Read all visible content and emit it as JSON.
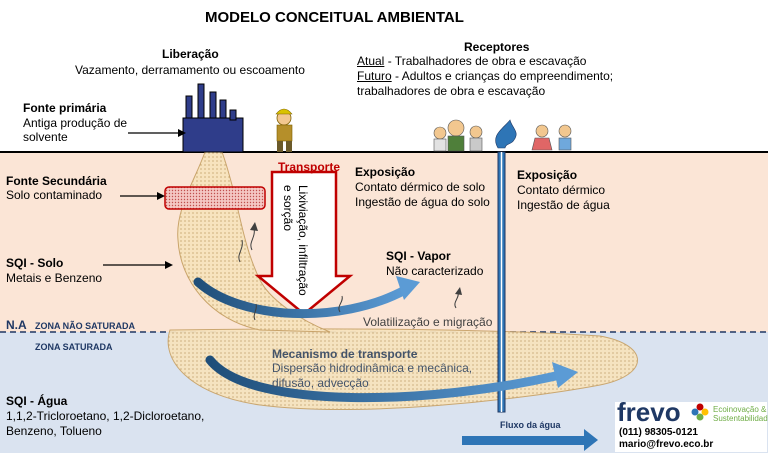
{
  "title": "MODELO CONCEITUAL AMBIENTAL",
  "release": {
    "heading": "Liberação",
    "text": "Vazamento, derramamento ou escoamento"
  },
  "receptors": {
    "heading": "Receptores",
    "current_label": "Atual",
    "current_text": " - Trabalhadores de obra e escavação",
    "future_label": "Futuro",
    "future_text": " - Adultos e crianças do empreendimento;",
    "future_text_2": "trabalhadores de obra e escavação"
  },
  "primary_source": {
    "heading": "Fonte primária",
    "line1": "Antiga produção de",
    "line2": "solvente"
  },
  "secondary_source": {
    "heading": "Fonte Secundária",
    "text": "Solo contaminado"
  },
  "transport": {
    "heading": "Transporte",
    "arrow_line1": "Lixiviação, infiltração",
    "arrow_line2": "e sorção"
  },
  "exposure_soil": {
    "heading": "Exposição",
    "line1": "Contato dérmico de solo",
    "line2": "Ingestão de água do solo"
  },
  "exposure_water": {
    "heading": "Exposição",
    "line1": "Contato dérmico",
    "line2": "Ingestão de água"
  },
  "sqi_soil": {
    "heading": "SQI - Solo",
    "text": "Metais e Benzeno"
  },
  "sqi_vapor": {
    "heading": "SQI - Vapor",
    "text": "Não caracterizado"
  },
  "volatilization": "Volatilização e migração",
  "water_table": {
    "na": "N.A",
    "unsaturated": "ZONA NÃO SATURADA",
    "saturated": "ZONA SATURADA"
  },
  "mechanism": {
    "heading": "Mecanismo de transporte",
    "line1": "Dispersão hidrodinâmica e mecânica,",
    "line2": "difusão, advecção"
  },
  "sqi_water": {
    "heading": "SQI - Água",
    "line1": "1,1,2-Tricloroetano, 1,2-Dicloroetano,",
    "line2": "Benzeno, Tolueno"
  },
  "flow": "Fluxo da água",
  "logo": {
    "brand": "frevo",
    "tag1": "Ecoinovação &",
    "tag2": "Sustentabilidade",
    "phone": "(011) 98305-0121",
    "email": "mario@frevo.eco.br"
  },
  "colors": {
    "soil": "#fbe5d6",
    "water": "#dae3f0",
    "arrow_blue": "#2e75b6",
    "transport_red": "#c00000",
    "plume": "#f5deb3"
  }
}
